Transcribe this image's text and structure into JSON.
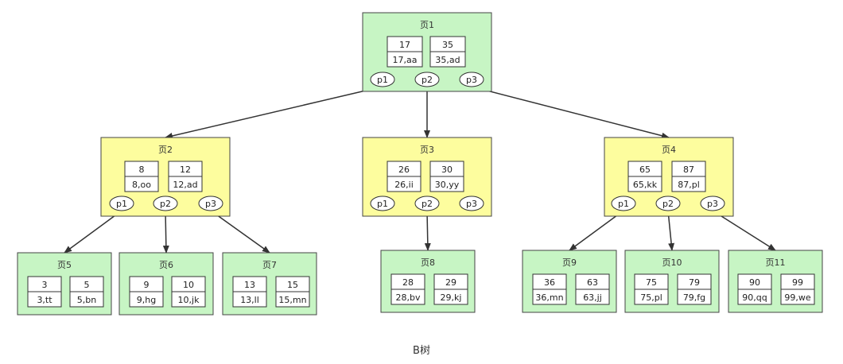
{
  "caption": "B树",
  "colors": {
    "root": "#c7f5c4",
    "internal": "#fdfd9e",
    "leaf": "#c7f5c4"
  },
  "nodes": [
    {
      "id": "page1",
      "title": "页1",
      "kind": "root",
      "cells": [
        {
          "key": "17",
          "data": "17,aa"
        },
        {
          "key": "35",
          "data": "35,ad"
        }
      ],
      "pointers": [
        "p1",
        "p2",
        "p3"
      ]
    },
    {
      "id": "page2",
      "title": "页2",
      "kind": "internal",
      "cells": [
        {
          "key": "8",
          "data": "8,oo"
        },
        {
          "key": "12",
          "data": "12,ad"
        }
      ],
      "pointers": [
        "p1",
        "p2",
        "p3"
      ]
    },
    {
      "id": "page3",
      "title": "页3",
      "kind": "internal",
      "cells": [
        {
          "key": "26",
          "data": "26,ii"
        },
        {
          "key": "30",
          "data": "30,yy"
        }
      ],
      "pointers": [
        "p1",
        "p2",
        "p3"
      ]
    },
    {
      "id": "page4",
      "title": "页4",
      "kind": "internal",
      "cells": [
        {
          "key": "65",
          "data": "65,kk"
        },
        {
          "key": "87",
          "data": "87,pl"
        }
      ],
      "pointers": [
        "p1",
        "p2",
        "p3"
      ]
    },
    {
      "id": "page5",
      "title": "页5",
      "kind": "leaf",
      "cells": [
        {
          "key": "3",
          "data": "3,tt"
        },
        {
          "key": "5",
          "data": "5,bn"
        }
      ]
    },
    {
      "id": "page6",
      "title": "页6",
      "kind": "leaf",
      "cells": [
        {
          "key": "9",
          "data": "9,hg"
        },
        {
          "key": "10",
          "data": "10,jk"
        }
      ]
    },
    {
      "id": "page7",
      "title": "页7",
      "kind": "leaf",
      "cells": [
        {
          "key": "13",
          "data": "13,ll"
        },
        {
          "key": "15",
          "data": "15,mn"
        }
      ]
    },
    {
      "id": "page8",
      "title": "页8",
      "kind": "leaf",
      "cells": [
        {
          "key": "28",
          "data": "28,bv"
        },
        {
          "key": "29",
          "data": "29,kj"
        }
      ]
    },
    {
      "id": "page9",
      "title": "页9",
      "kind": "leaf",
      "cells": [
        {
          "key": "36",
          "data": "36,mn"
        },
        {
          "key": "63",
          "data": "63,jj"
        }
      ]
    },
    {
      "id": "page10",
      "title": "页10",
      "kind": "leaf",
      "cells": [
        {
          "key": "75",
          "data": "75,pl"
        },
        {
          "key": "79",
          "data": "79,fg"
        }
      ]
    },
    {
      "id": "page11",
      "title": "页11",
      "kind": "leaf",
      "cells": [
        {
          "key": "90",
          "data": "90,qq"
        },
        {
          "key": "99",
          "data": "99,we"
        }
      ]
    }
  ],
  "edges": [
    {
      "from": "page1",
      "pointer": 0,
      "to": "page2"
    },
    {
      "from": "page1",
      "pointer": 1,
      "to": "page3"
    },
    {
      "from": "page1",
      "pointer": 2,
      "to": "page4"
    },
    {
      "from": "page2",
      "pointer": 0,
      "to": "page5"
    },
    {
      "from": "page2",
      "pointer": 1,
      "to": "page6"
    },
    {
      "from": "page2",
      "pointer": 2,
      "to": "page7"
    },
    {
      "from": "page3",
      "pointer": 1,
      "to": "page8"
    },
    {
      "from": "page4",
      "pointer": 0,
      "to": "page9"
    },
    {
      "from": "page4",
      "pointer": 1,
      "to": "page10"
    },
    {
      "from": "page4",
      "pointer": 2,
      "to": "page11"
    }
  ]
}
